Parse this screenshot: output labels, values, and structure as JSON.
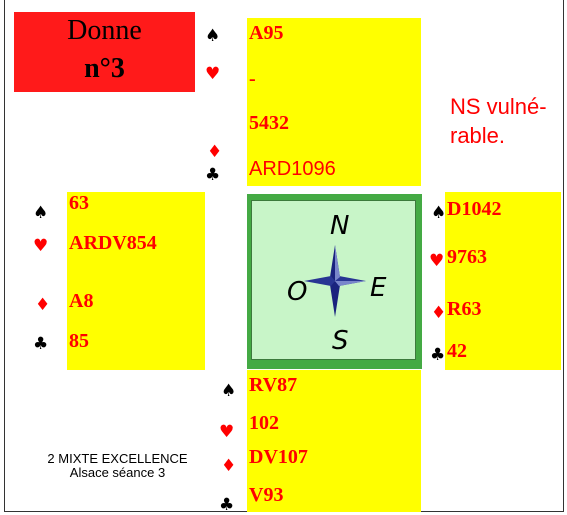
{
  "deal": {
    "title": "Donne",
    "number": "n°3"
  },
  "vulnerability": [
    "NS vulné-",
    "rable."
  ],
  "event": {
    "line1": "2 MIXTE EXCELLENCE",
    "line2": "Alsace séance 3"
  },
  "suits": {
    "spades": "♠",
    "hearts": "♥",
    "diamonds": "♦",
    "clubs": "♣"
  },
  "colors": {
    "card_background": "#ffff00",
    "card_text": "#ff0000",
    "title_background": "#ff1a1a",
    "compass_background": "#c8f5c8"
  },
  "hands": {
    "north": {
      "spades": "A95",
      "hearts": "-",
      "diamonds": "5432",
      "clubs": "ARD1096"
    },
    "west": {
      "spades": "63",
      "hearts": "ARDV854",
      "diamonds": "A8",
      "clubs": "85"
    },
    "east": {
      "spades": "D1042",
      "hearts": "9763",
      "diamonds": "R63",
      "clubs": "42"
    },
    "south": {
      "spades": "RV87",
      "hearts": "102",
      "diamonds": "DV107",
      "clubs": "V93"
    }
  },
  "compass": {
    "north": "N",
    "south": "S",
    "east": "E",
    "west": "O"
  }
}
